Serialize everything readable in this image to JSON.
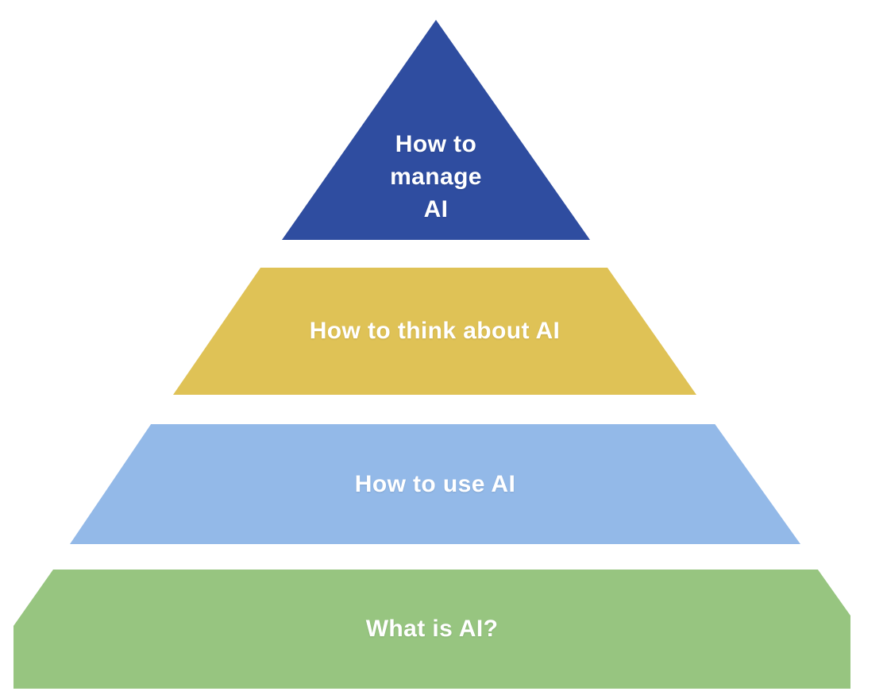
{
  "background_color": "#FFFFFF",
  "pyramid": {
    "description": "Four-level AI learning pyramid",
    "levels": [
      {
        "label": "How to manage AI",
        "lines": [
          "How to",
          "manage",
          "AI"
        ],
        "color": "#2F4DA0",
        "text_color": "#FFFFFF"
      },
      {
        "label": "How to think about AI",
        "color": "#DFC256",
        "text_color": "#FFFFFF"
      },
      {
        "label": "How to use AI",
        "color": "#93B9E8",
        "text_color": "#FFFFFF"
      },
      {
        "label": "What is AI?",
        "color": "#97C580",
        "text_color": "#FFFFFF"
      }
    ]
  }
}
